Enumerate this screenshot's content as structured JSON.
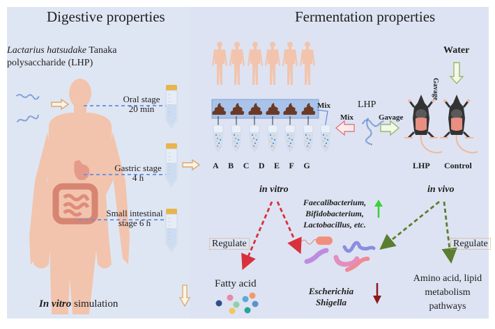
{
  "left_panel": {
    "title": "Digestive properties",
    "lhp_italic": "Lactarius hatsudake",
    "lhp_rest": " Tanaka",
    "lhp_line2": "polysaccharide (LHP)",
    "stages": [
      {
        "line1": "Oral stage",
        "line2": "20 min"
      },
      {
        "line1": "Gastric stage",
        "line2": "4 h"
      },
      {
        "line1": "Small intestinal",
        "line2": "stage 6 h"
      }
    ],
    "footer_italic": "In vitro",
    "footer_rest": " simulation"
  },
  "right_panel": {
    "title": "Fermentation properties",
    "tube_labels": [
      "A",
      "B",
      "C",
      "D",
      "E",
      "F",
      "G"
    ],
    "mix_label_top": "Mix",
    "mix_label_arrow": "Mix",
    "lhp_label": "LHP",
    "gavage_label": "Gavage",
    "water_label": "Water",
    "gavage_vertical": "Gavage",
    "mouse_labels": [
      "LHP",
      "Control"
    ],
    "in_vitro": "in vitro",
    "in_vivo": "in vivo",
    "increased_bacteria": [
      "Faecalibacterium,",
      "Bifidobacterium,",
      "Lactobacillus, etc."
    ],
    "decreased_bacteria": [
      "Escherichia",
      "Shigella"
    ],
    "regulate_left": "Regulate",
    "regulate_right": "Regulate",
    "fatty_acid": "Fatty acid",
    "metabolism": [
      "Amino acid, lipid",
      "metabolism",
      "pathways"
    ]
  },
  "colors": {
    "panel_left_bg": "#dfe6f3",
    "panel_right_bg": "#dde3f2",
    "skin": "#f2c4ad",
    "organ": "#e59a8a",
    "tube_cap": "#e8b54a",
    "feces": "#6b3a26",
    "dash_blue": "#6f95e3",
    "in_vitro_red": "#d8303c",
    "in_vivo_green": "#5a7e2f",
    "up_green": "#3ad13a",
    "down_red": "#8b1a1a",
    "mouse": "#333333"
  },
  "fatty_acid_dots": [
    "#2f4e8c",
    "#e88aa6",
    "#8fd1a4",
    "#5ea8d8",
    "#f19a6a",
    "#f2c85c",
    "#28a39a",
    "#5b92c9"
  ]
}
